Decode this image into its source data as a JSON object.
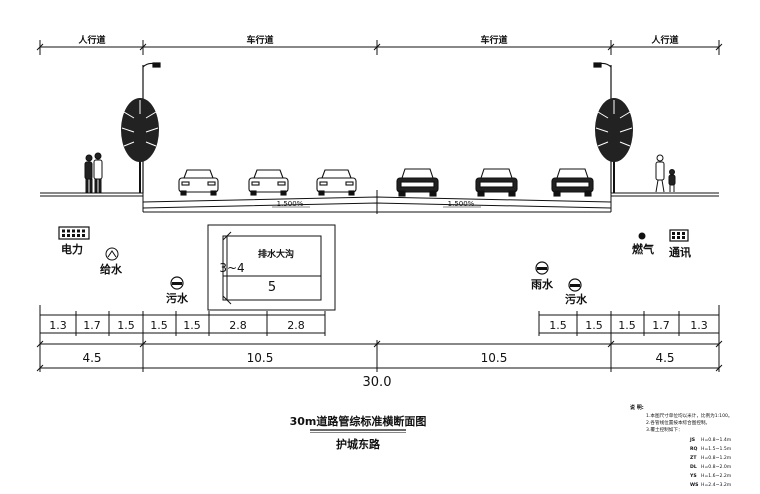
{
  "zones": {
    "sidewalk_left": "人行道",
    "carriageway_left": "车行道",
    "carriageway_right": "车行道",
    "sidewalk_right": "人行道"
  },
  "slopes": {
    "left": "1.500%",
    "right": "1.500%"
  },
  "utilities": {
    "power": "电力",
    "water_supply": "给水",
    "sewage": "污水",
    "rain": "雨水",
    "sewage_right": "污水",
    "gas": "燃气",
    "telecom": "通讯"
  },
  "culvert": {
    "label": "排水大沟",
    "height": "3~4",
    "width": "5"
  },
  "dims": {
    "row1_left": [
      "1.3",
      "1.7",
      "1.5",
      "1.5",
      "1.5",
      "2.8",
      "2.8"
    ],
    "row1_right": [
      "1.5",
      "1.5",
      "1.5",
      "1.7",
      "1.3"
    ],
    "row2": [
      "4.5",
      "10.5",
      "10.5",
      "4.5"
    ],
    "total": "30.0"
  },
  "title": "30m道路管综标准横断面图",
  "subtitle": "护城东路",
  "notes": {
    "heading": "说 明:",
    "lines": [
      "1.本图尺寸单位均以米计，比例为1:100。",
      "2.各管线位置按本综合图控制。",
      "3.覆土控制如下："
    ],
    "cover": [
      {
        "code": "JS",
        "value": "H=0.8~1.4m"
      },
      {
        "code": "RQ",
        "value": "H=1.5~1.5m"
      },
      {
        "code": "ZT",
        "value": "H=0.8~1.2m"
      },
      {
        "code": "DL",
        "value": "H=0.8~2.0m"
      },
      {
        "code": "YS",
        "value": "H=1.6~2.2m"
      },
      {
        "code": "WS",
        "value": "H=2.4~3.2m"
      }
    ]
  }
}
